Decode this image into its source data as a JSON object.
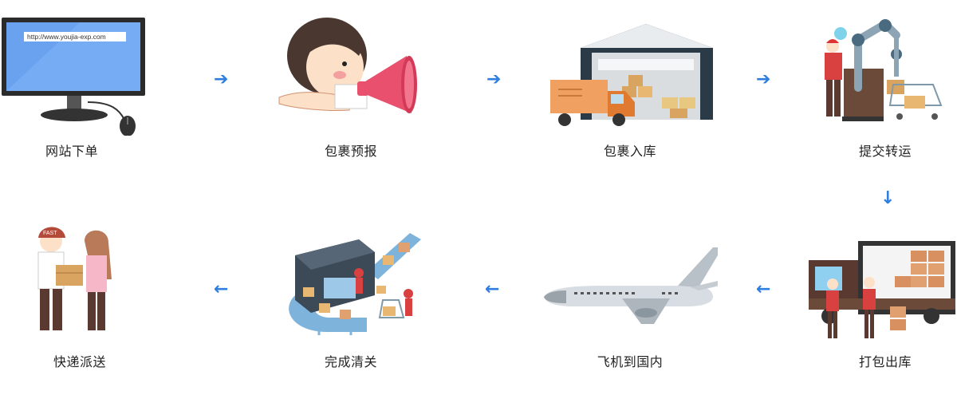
{
  "steps": [
    {
      "label": "网站下单",
      "url": "http://www.youjia-exp.com"
    },
    {
      "label": "包裹预报"
    },
    {
      "label": "包裹入库"
    },
    {
      "label": "提交转运"
    },
    {
      "label": "打包出库"
    },
    {
      "label": "飞机到国内"
    },
    {
      "label": "完成清关"
    },
    {
      "label": "快递派送",
      "cap_text": "FAST"
    }
  ],
  "arrows": {
    "right": "➔",
    "down": "↓",
    "left": "←"
  },
  "colors": {
    "accent": "#2f7ee0",
    "screen": "#6aa2f0",
    "truck": "#f0a060",
    "warehouse": "#2a3a46"
  }
}
